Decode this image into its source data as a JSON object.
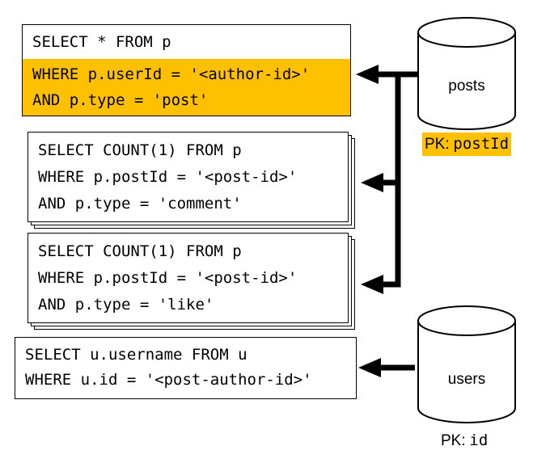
{
  "colors": {
    "highlight": "#ffc000",
    "stroke": "#000000",
    "background": "#ffffff"
  },
  "queries": [
    {
      "lines": [
        "SELECT * FROM p",
        "WHERE p.userId = '<author-id>'",
        "AND p.type = 'post'"
      ],
      "highlighted_lines": [
        2,
        3
      ]
    },
    {
      "lines": [
        "SELECT COUNT(1) FROM p",
        "WHERE p.postId = '<post-id>'",
        "AND p.type = 'comment'"
      ]
    },
    {
      "lines": [
        "SELECT COUNT(1) FROM p",
        "WHERE p.postId = '<post-id>'",
        "AND p.type = 'like'"
      ]
    },
    {
      "lines": [
        "SELECT u.username FROM u",
        "WHERE u.id = '<post-author-id>'"
      ]
    }
  ],
  "containers": [
    {
      "label": "posts",
      "pk_prefix": "PK:",
      "pk_value": "postId",
      "pk_highlighted": true
    },
    {
      "label": "users",
      "pk_prefix": "PK:",
      "pk_value": "id",
      "pk_highlighted": false
    }
  ]
}
